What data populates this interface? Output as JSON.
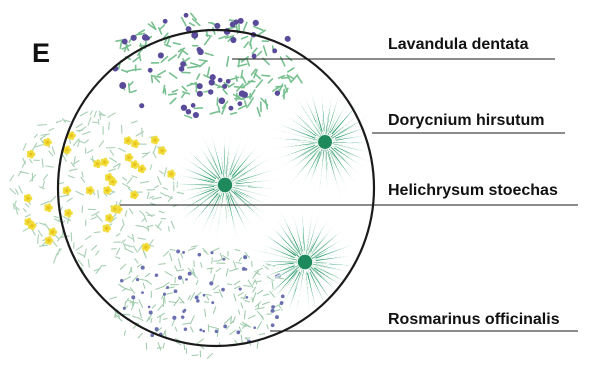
{
  "figure": {
    "panel_letter": "E",
    "labels": [
      "Lavandula dentata",
      "Dorycnium hirsutum",
      "Helichrysum stoechas",
      "Rosmarinus officinalis"
    ]
  },
  "colors": {
    "lavender_flower": "#5a4a9a",
    "lavender_leaf": "#78c090",
    "shrub_green": "#2fa070",
    "shrub_dark": "#1e8a5c",
    "helichrysum_flower": "#f2dc3a",
    "helichrysum_leaf": "#a8d0b4",
    "rosemary_flower": "#6a6fb0",
    "rosemary_leaf": "#9ccaa8",
    "circle": "#1a1a1a",
    "leader_line": "#1a1a1a"
  }
}
